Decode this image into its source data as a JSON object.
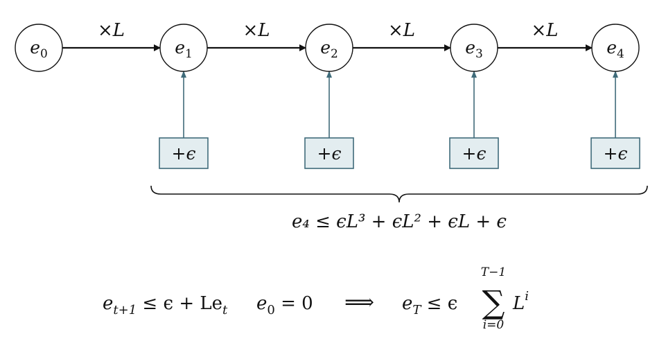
{
  "nodes": [
    {
      "base": "e",
      "sub": "0"
    },
    {
      "base": "e",
      "sub": "1"
    },
    {
      "base": "e",
      "sub": "2"
    },
    {
      "base": "e",
      "sub": "3"
    },
    {
      "base": "e",
      "sub": "4"
    }
  ],
  "edge_label": {
    "op": "×",
    "var": "L"
  },
  "noise_label": {
    "op": "+",
    "var": "ϵ"
  },
  "brace_equation": "e₄ ≤ ϵL³ + ϵL² + ϵL + ϵ",
  "recurrence": {
    "lhs": "e",
    "lhs_sub": "t+1",
    "rhs": "≤ ϵ + Le",
    "rhs_sub": "t",
    "init": "e",
    "init_sub": "0",
    "init_rhs": " = 0",
    "implies": "⟹",
    "result": "e",
    "result_sub": "T",
    "result_rhs": "≤ ϵ",
    "sum_symbol": "∑",
    "sum_upper": "T−1",
    "sum_lower": "i=0",
    "term": "L",
    "term_sup": "i"
  },
  "colors": {
    "ink": "#111111",
    "noise_stroke": "#3f6b7a",
    "noise_fill": "#e3edf0"
  }
}
